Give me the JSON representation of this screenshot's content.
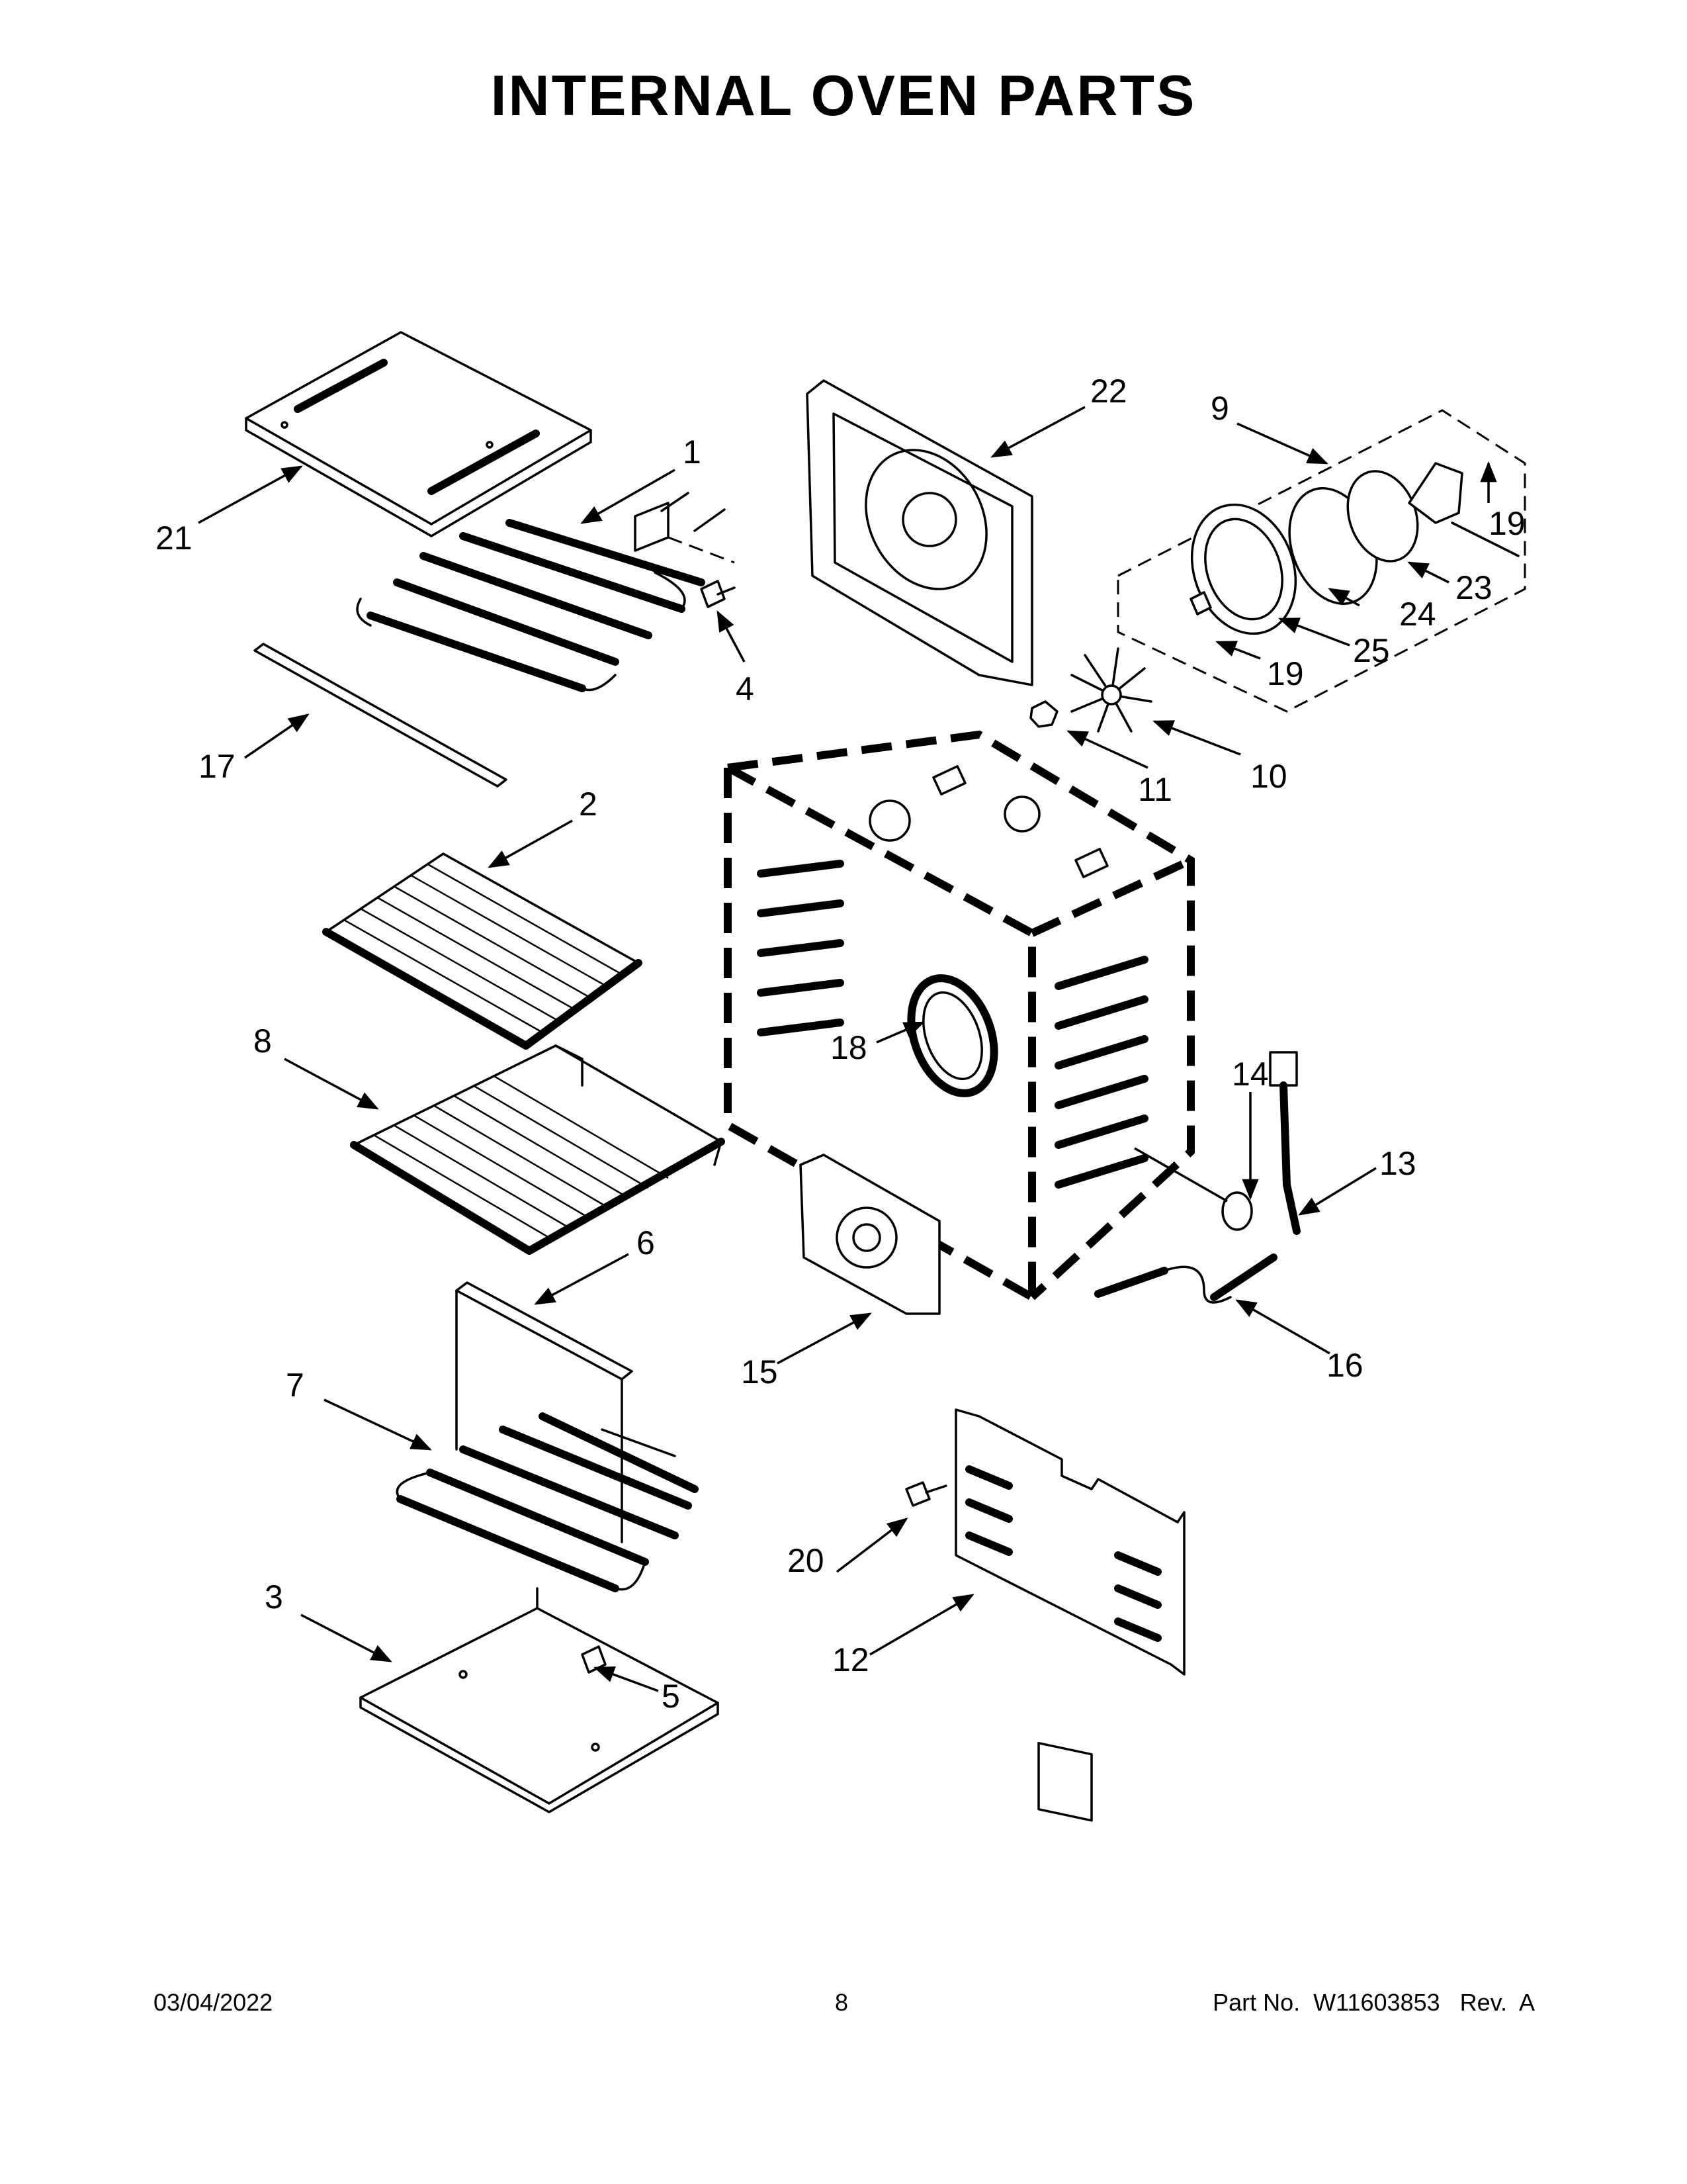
{
  "title": "INTERNAL OVEN PARTS",
  "callouts": [
    "1",
    "2",
    "3",
    "4",
    "5",
    "6",
    "7",
    "8",
    "9",
    "10",
    "11",
    "12",
    "13",
    "14",
    "15",
    "16",
    "17",
    "18",
    "19",
    "19",
    "20",
    "21",
    "22",
    "23",
    "24",
    "25"
  ],
  "footer": {
    "date": "03/04/2022",
    "page": "8",
    "part": "Part No.  W11603853   Rev.  A"
  }
}
